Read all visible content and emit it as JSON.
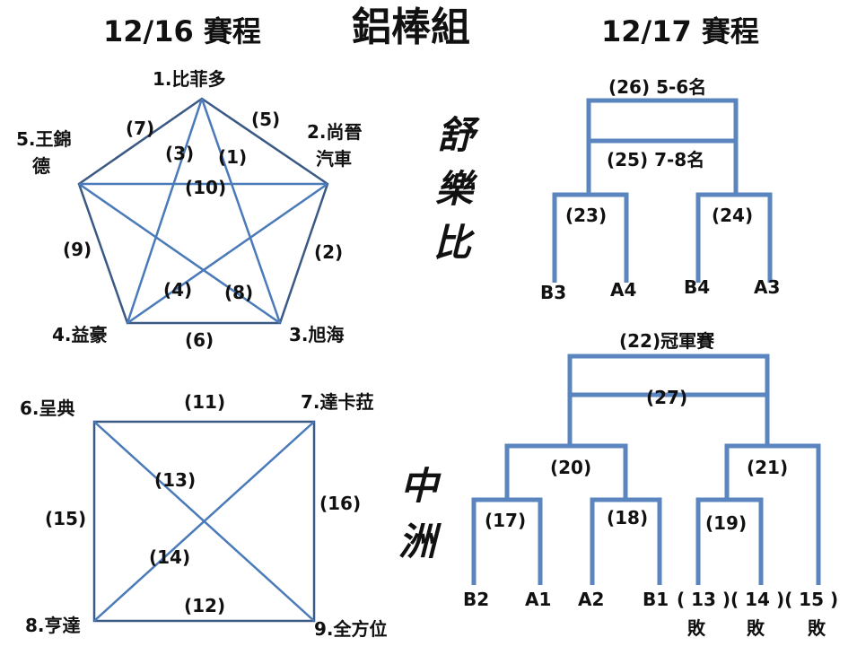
{
  "titles": {
    "day1": "12/16 賽程",
    "group": "鋁棒組",
    "day2": "12/17 賽程"
  },
  "venues": {
    "v1": [
      "舒",
      "樂",
      "比"
    ],
    "v2": [
      "中",
      "洲"
    ]
  },
  "pentagon": {
    "teams": {
      "t1": "1.比菲多",
      "t2a": "2.尚晉",
      "t2b": "汽車",
      "t3": "3.旭海",
      "t4": "4.益豪",
      "t5a": "5.王錦",
      "t5b": "德"
    },
    "games": {
      "g1": "(1)",
      "g2": "(2)",
      "g3": "(3)",
      "g4": "(4)",
      "g5": "(5)",
      "g6": "(6)",
      "g7": "(7)",
      "g8": "(8)",
      "g9": "(9)",
      "g10": "(10)"
    }
  },
  "square": {
    "teams": {
      "t6": "6.呈典",
      "t7": "7.達卡菈",
      "t8": "8.亨達",
      "t9": "9.全方位"
    },
    "games": {
      "g11": "(11)",
      "g12": "(12)",
      "g13": "(13)",
      "g14": "(14)",
      "g15": "(15)",
      "g16": "(16)"
    }
  },
  "bracket_top": {
    "g26": "(26) 5-6名",
    "g25": "(25) 7-8名",
    "g23": "(23)",
    "g24": "(24)",
    "seeds": [
      "B3",
      "A4",
      "B4",
      "A3"
    ]
  },
  "bracket_bottom": {
    "g22": "(22)冠軍賽",
    "g27": "(27)",
    "g20": "(20)",
    "g21": "(21)",
    "g17": "(17)",
    "g18": "(18)",
    "g19": "(19)",
    "seeds": [
      "B2",
      "A1",
      "A2",
      "B1"
    ],
    "losers_top": "( 13 )( 14 )( 15 )",
    "losers_bottom": [
      "敗",
      "敗",
      "敗"
    ]
  }
}
